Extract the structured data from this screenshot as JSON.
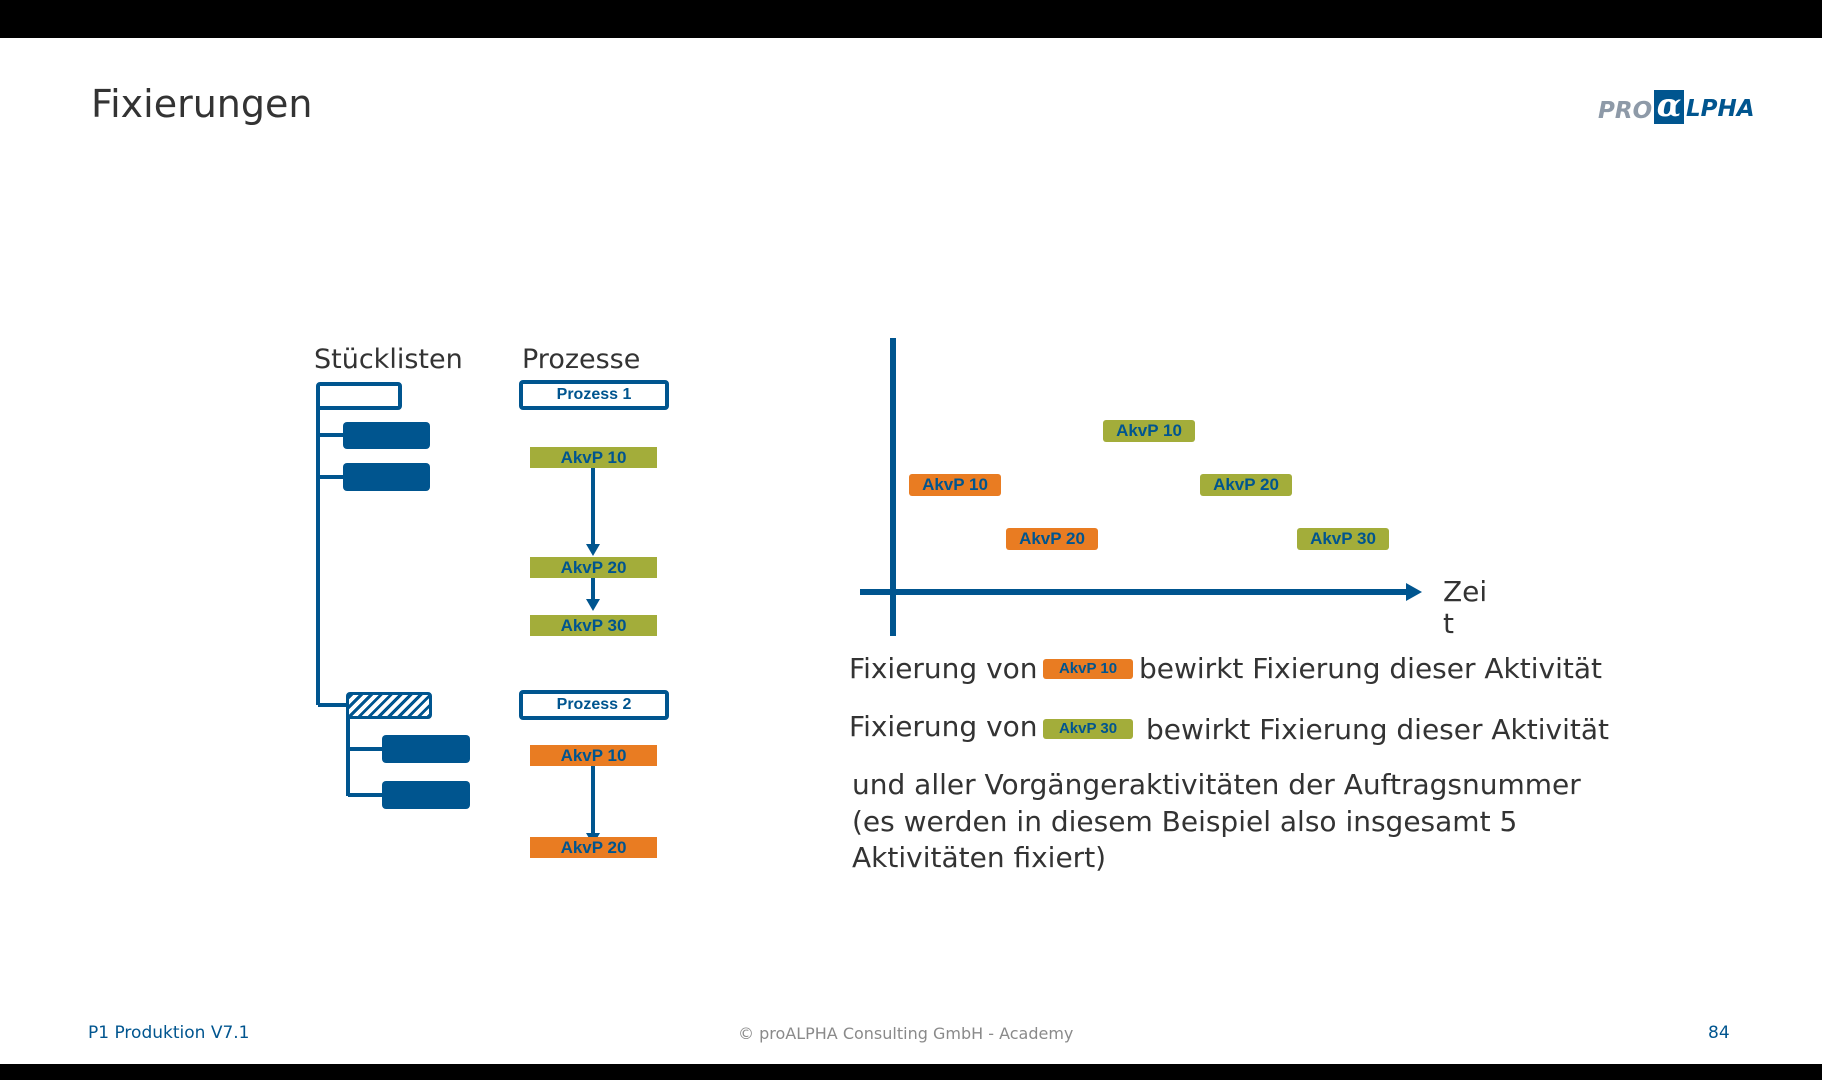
{
  "slide": {
    "title": "Fixierungen",
    "logo": {
      "pro": "PRO",
      "alpha": "α",
      "pha": "LPHA"
    }
  },
  "diagram": {
    "col_stuecklisten": "Stücklisten",
    "col_prozesse": "Prozesse",
    "process1": {
      "label": "Prozess 1",
      "activities": [
        "AkvP 10",
        "AkvP 20",
        "AkvP 30"
      ]
    },
    "process2": {
      "label": "Prozess 2",
      "activities": [
        "AkvP 10",
        "AkvP 20"
      ]
    }
  },
  "timeline": {
    "axis_label_line1": "Zei",
    "axis_label_line2": "t",
    "tags": [
      {
        "label": "AkvP 10",
        "color": "#e97c22"
      },
      {
        "label": "AkvP 20",
        "color": "#e97c22"
      },
      {
        "label": "AkvP 10",
        "color": "#a3ad3a"
      },
      {
        "label": "AkvP 20",
        "color": "#a3ad3a"
      },
      {
        "label": "AkvP 30",
        "color": "#a3ad3a"
      }
    ]
  },
  "explanation": {
    "line1_prefix": "Fixierung von",
    "line1_tag": "AkvP 10",
    "line1_suffix": "bewirkt Fixierung dieser Aktivität",
    "line2_prefix": "Fixierung von",
    "line2_tag": "AkvP 30",
    "line2_suffix": "bewirkt Fixierung dieser Aktivität",
    "line3": "und aller Vorgängeraktivitäten der Auftragsnummer",
    "line4": "(es werden in diesem Beispiel also insgesamt 5",
    "line5": "Aktivitäten fixiert)"
  },
  "footer": {
    "left": "P1 Produktion V7.1",
    "center": "© proALPHA Consulting GmbH - Academy",
    "page": "84"
  },
  "colors": {
    "blue": "#00558f",
    "green": "#a3ad3a",
    "orange": "#e97c22"
  }
}
